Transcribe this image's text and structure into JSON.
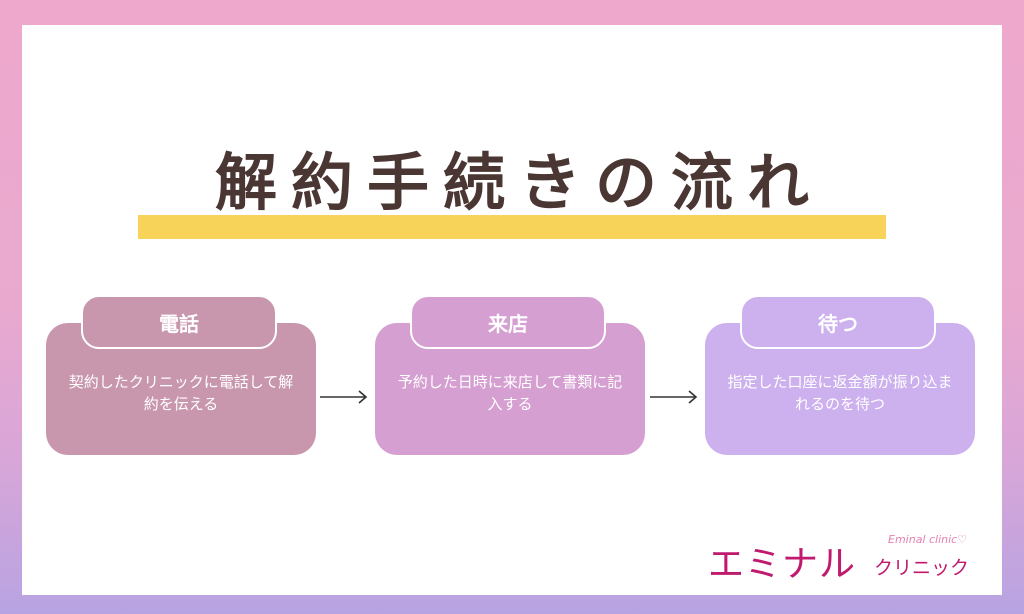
{
  "title": "解約手続きの流れ",
  "steps": [
    {
      "label": "電話",
      "description": "契約したクリニックに電話して解約を伝える",
      "color": "#c997ad"
    },
    {
      "label": "来店",
      "description": "予約した日時に来店して書類に記入する",
      "color": "#d69fd2"
    },
    {
      "label": "待つ",
      "description": "指定した口座に返金額が振り込まれるのを待つ",
      "color": "#cdb1ee"
    }
  ],
  "logo": {
    "main": "エミナル",
    "sub": "クリニック",
    "en": "Eminal clinic♡",
    "color": "#c01a6e"
  },
  "colors": {
    "title_text": "#4a3632",
    "highlight": "#f7d35a"
  }
}
